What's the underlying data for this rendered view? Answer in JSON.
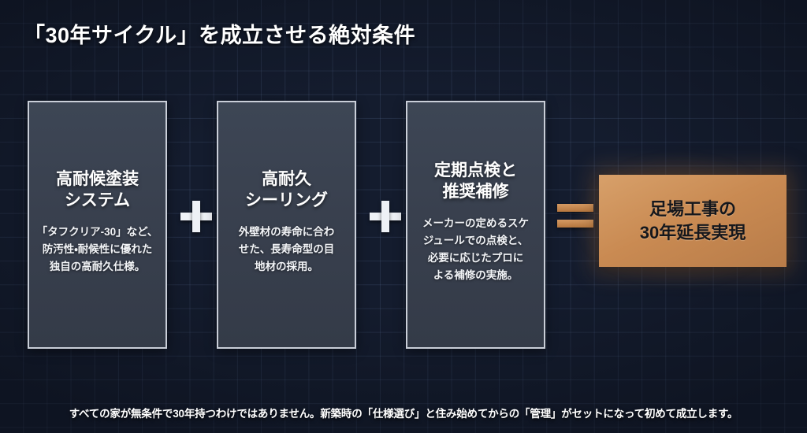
{
  "slide": {
    "title": "「30年サイクル」を成立させる絶対条件",
    "footer_note": "すべての家が無条件で30年持つわけではありません。新築時の「仕様選び」と住み始めてからの「管理」がセットになって初めて成立します。"
  },
  "cards": [
    {
      "heading": "高耐候塗装\nシステム",
      "body": "「タフクリア-30」など、\n防汚性・耐候性に優れた\n独自の高耐久仕様。"
    },
    {
      "heading": "高耐久\nシーリング",
      "body": "外壁材の寿命に合わ\nせた、長寿命型の目\n地材の採用。"
    },
    {
      "heading": "定期点検と\n推奨補修",
      "body": "メーカーの定めるスケ\nジュールでの点検と、\n必要に応じたプロに\nよる補修の実施。"
    }
  ],
  "operators": {
    "plus_1": "+",
    "plus_2": "+",
    "equals": "="
  },
  "result": {
    "text": "足場工事の\n30年延長実現"
  },
  "colors": {
    "background": "#141c2e",
    "grid_line": "#2a3750",
    "card_fill": "#3b4452",
    "card_border": "#c9ced8",
    "accent_orange": "#c98a52",
    "equals_orange": "#c08047",
    "text_light": "#ffffff",
    "result_text": "#15171c"
  }
}
